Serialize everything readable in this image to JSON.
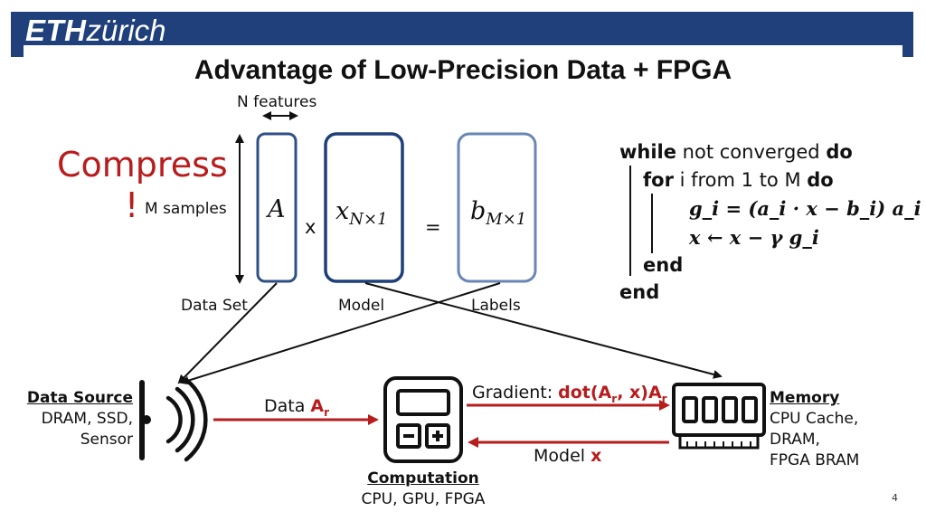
{
  "header": {
    "logo_bold": "ETH",
    "logo_rest": "zürich",
    "bar_color": "#1f407a"
  },
  "slide": {
    "title": "Advantage of Low-Precision Data + FPGA",
    "page_number": "4"
  },
  "equation": {
    "n_features": "N features",
    "m_samples": "M samples",
    "compress": "Compress",
    "exclaim": "!",
    "matrix_a": "A",
    "times": "x",
    "model_base": "x",
    "model_sub": "N×1",
    "equals": "=",
    "labels_base": "b",
    "labels_sub": "M×1",
    "caption_dataset": "Data Set",
    "caption_model": "Model",
    "caption_labels": "Labels"
  },
  "algorithm": {
    "line1_kw1": "while",
    "line1_text": " not converged ",
    "line1_kw2": "do",
    "line2_kw": "for",
    "line2_text": " i from 1 to M ",
    "line2_kw2": "do",
    "line3": "g_i = (a_i · x − b_i) a_i",
    "line4": "x ← x − γ g_i",
    "line5": "end",
    "line6": "end"
  },
  "flow": {
    "source_title": "Data Source",
    "source_line1": "DRAM, SSD,",
    "source_line2": "Sensor",
    "data_label": "Data ",
    "data_var": "A",
    "data_sub": "r",
    "gradient_label": "Gradient: ",
    "gradient_expr_a": "dot(A",
    "gradient_expr_sub1": "r",
    "gradient_expr_b": ", x)A",
    "gradient_expr_sub2": "r",
    "model_label": "Model ",
    "model_var": "x",
    "computation_title": "Computation",
    "computation_sub": "CPU, GPU, FPGA",
    "memory_title": "Memory",
    "memory_line1": "CPU Cache,",
    "memory_line2": "DRAM,",
    "memory_line3": "FPGA BRAM"
  },
  "colors": {
    "accent_red": "#b81c1c",
    "box_blue": "#2f4f86",
    "box_blue_light": "#6a86b5"
  }
}
